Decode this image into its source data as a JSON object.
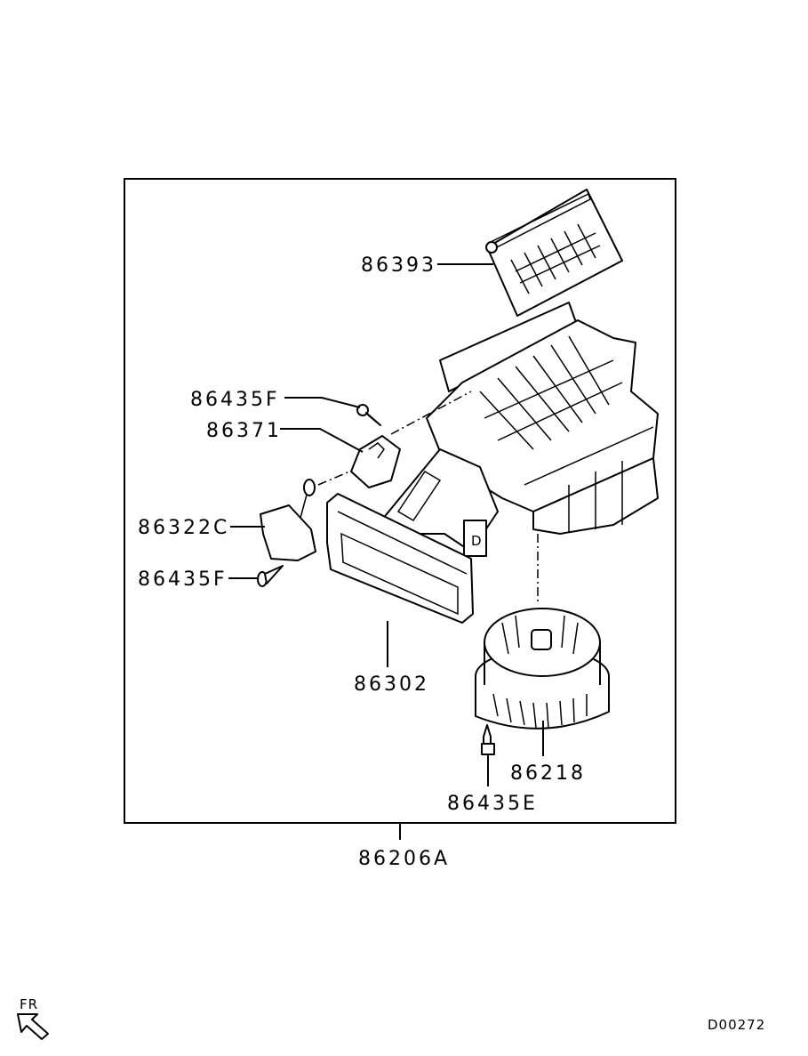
{
  "diagram": {
    "title": "Heater / Blower Unit Assembly",
    "assembly_label": "86206A",
    "diagram_code": "D00272",
    "orientation": {
      "label": "FR",
      "icon": "arrow-front-icon"
    },
    "colors": {
      "line": "#000000",
      "background": "#ffffff"
    },
    "callouts": [
      {
        "id": "filter",
        "label": "86393",
        "part": "air filter"
      },
      {
        "id": "screw-top",
        "label": "86435F",
        "part": "screw"
      },
      {
        "id": "resistor",
        "label": "86371",
        "part": "blower resistor"
      },
      {
        "id": "motor-actuator",
        "label": "86322C",
        "part": "damper motor actuator"
      },
      {
        "id": "screw-left",
        "label": "86435F",
        "part": "screw"
      },
      {
        "id": "duct",
        "label": "86302",
        "part": "duct / inlet frame"
      },
      {
        "id": "blower-motor",
        "label": "86218",
        "part": "blower motor fan"
      },
      {
        "id": "bolt",
        "label": "86435E",
        "part": "bolt"
      }
    ]
  }
}
